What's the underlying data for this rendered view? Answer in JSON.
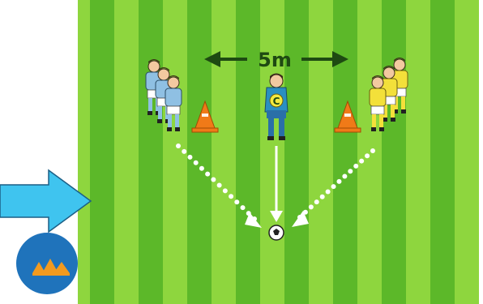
{
  "diagram": {
    "distance_label": "5m",
    "coach_badge_letter": "C",
    "team_left_color": "sky-blue",
    "team_right_color": "yellow",
    "cones": [
      "orange-cone",
      "orange-cone"
    ],
    "ball": "soccer-ball",
    "icons": [
      "blue-arrow-icon",
      "cone-group-logo-icon"
    ]
  },
  "colors": {
    "pitch_light": "#8ed63e",
    "pitch_dark": "#5cb829",
    "team_left": "#8fc0e3",
    "team_right": "#f3e03a",
    "cone": "#f07a18",
    "arrow": "#3fc4ef",
    "logo_bg": "#1f73bb",
    "logo_fg": "#f29a1f",
    "coach_bib": "#2a8fc2",
    "coach_badge": "#f4ea3f",
    "label_text": "#1f4a12"
  }
}
